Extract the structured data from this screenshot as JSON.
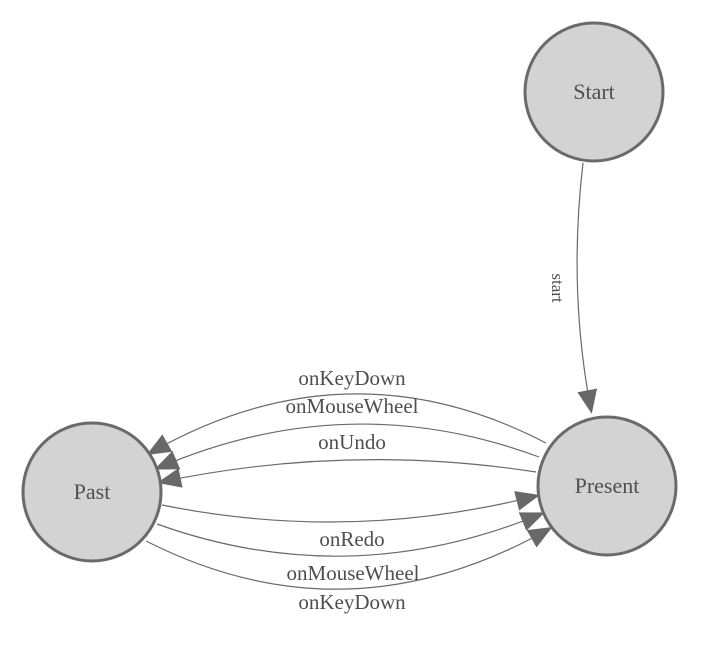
{
  "diagram": {
    "kind": "state-machine",
    "nodes": [
      {
        "id": "start",
        "label": "Start"
      },
      {
        "id": "past",
        "label": "Past"
      },
      {
        "id": "present",
        "label": "Present"
      }
    ],
    "edges": [
      {
        "from": "start",
        "to": "present",
        "label": "start"
      },
      {
        "from": "present",
        "to": "past",
        "label": "onKeyDown"
      },
      {
        "from": "present",
        "to": "past",
        "label": "onMouseWheel"
      },
      {
        "from": "present",
        "to": "past",
        "label": "onUndo"
      },
      {
        "from": "past",
        "to": "present",
        "label": "onRedo"
      },
      {
        "from": "past",
        "to": "present",
        "label": "onMouseWheel"
      },
      {
        "from": "past",
        "to": "present",
        "label": "onKeyDown"
      }
    ]
  },
  "colors": {
    "background": "#ffffff",
    "node_fill": "#d3d3d3",
    "node_stroke": "#6a6a6a",
    "edge_stroke": "#6a6a6a",
    "arrow_fill": "#686868",
    "label_text": "#4f4f4f"
  }
}
